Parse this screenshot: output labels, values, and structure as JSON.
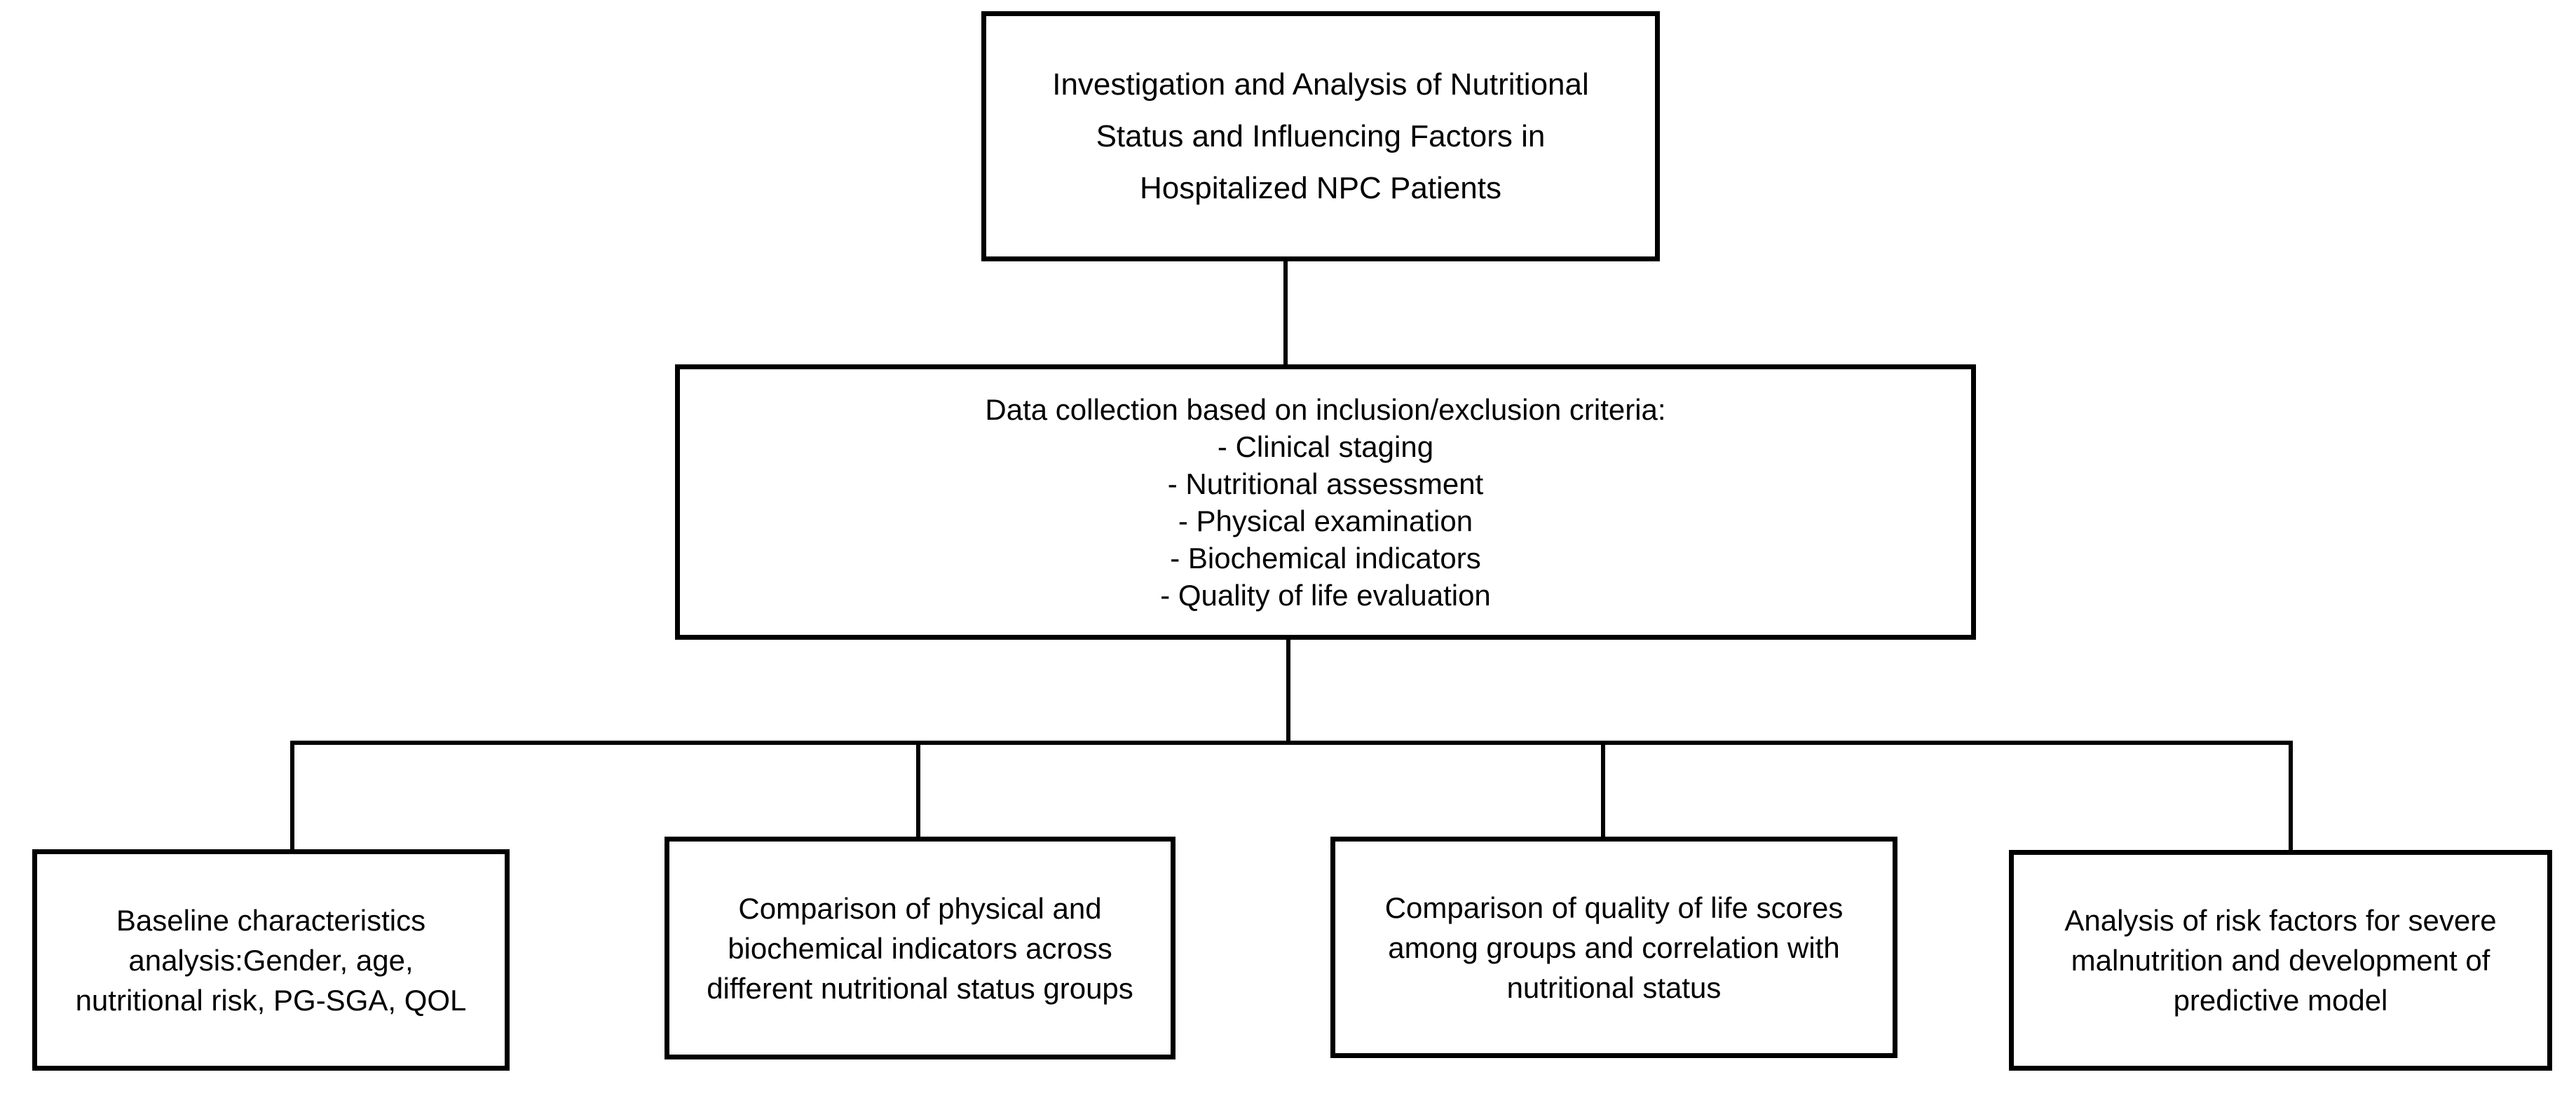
{
  "diagram": {
    "colors": {
      "border": "#000000",
      "background": "#ffffff",
      "text": "#000000"
    },
    "nodes": {
      "root": {
        "text": "Investigation and Analysis of Nutritional\nStatus and Influencing Factors in\nHospitalized NPC Patients"
      },
      "data_collection": {
        "text": "Data collection based on inclusion/exclusion criteria:\n- Clinical staging\n- Nutritional assessment\n- Physical examination\n- Biochemical indicators\n- Quality of life evaluation"
      },
      "baseline": {
        "text": "Baseline characteristics\nanalysis:Gender, age,\nnutritional risk, PG-SGA, QOL"
      },
      "physical_biochemical": {
        "text": "Comparison of physical and\nbiochemical indicators across\ndifferent nutritional status groups"
      },
      "quality_of_life": {
        "text": "Comparison of quality of life scores\namong groups and correlation with\nnutritional status"
      },
      "risk_factors": {
        "text": "Analysis of risk factors for severe\nmalnutrition and development of\npredictive model"
      }
    }
  }
}
